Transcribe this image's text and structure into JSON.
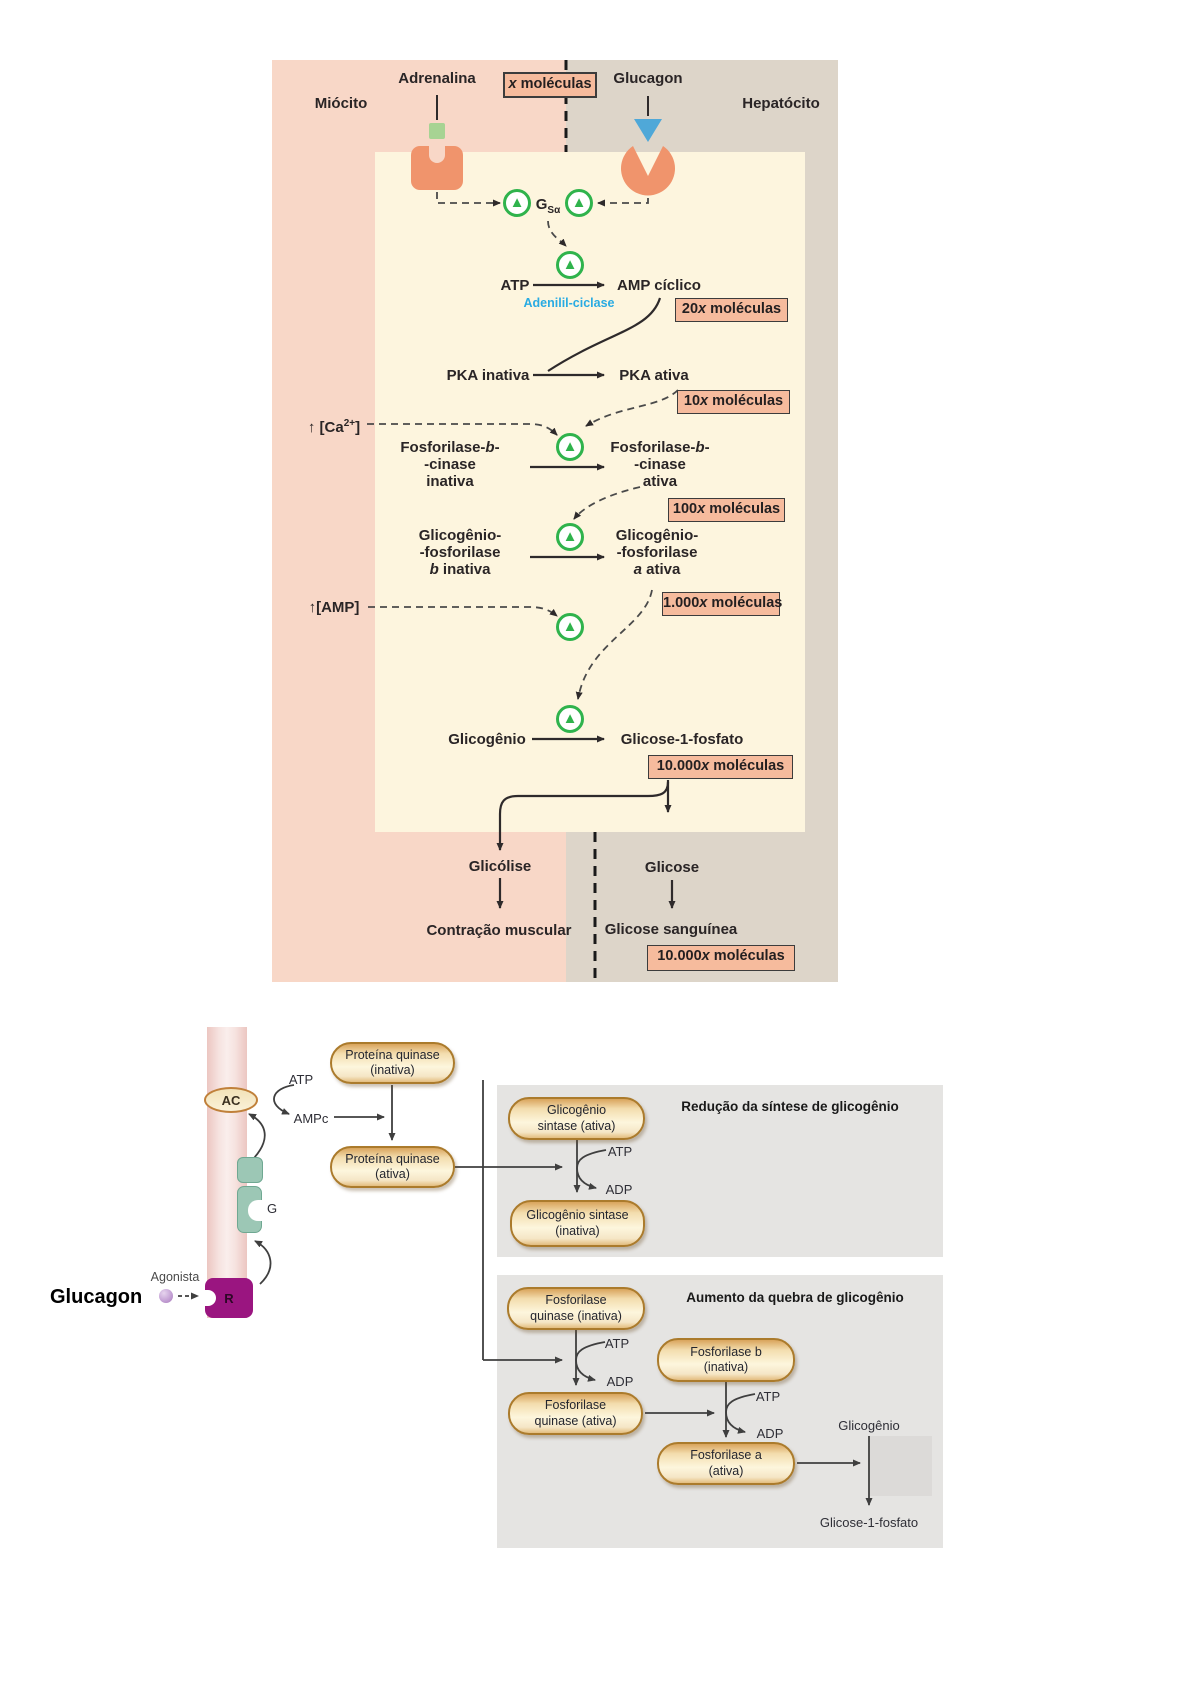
{
  "colors": {
    "myocyte_panel": "#f8d7c7",
    "hepatocyte_panel": "#ddd5c9",
    "inner_box": "#fdf5de",
    "molecules_box": "#f6bb9d",
    "amplifier_green": "#2fb34c",
    "receptor_orange": "#f0946c",
    "adrenaline_ligand_green": "#a7d393",
    "glucagon_ligand_blue": "#4fa8d8",
    "adenylyl_cyan": "#29abe2",
    "membrane_pink": "#f0d0cc",
    "pill_tan": "#f3ddae",
    "g_protein_teal": "#9cc7b5",
    "receptor_magenta": "#9a1580",
    "gray_box": "#e5e4e2"
  },
  "d1": {
    "myocyte": "Miócito",
    "hepatocyte": "Hepatócito",
    "adrenaline": "Adrenalina",
    "glucagon": "Glucagon",
    "box_x": {
      "x": "x",
      "word": "moléculas"
    },
    "gs": {
      "base": "G",
      "sub": "Sα"
    },
    "atp": "ATP",
    "ampc": "AMP cíclico",
    "adenylyl": "Adenilil-ciclase",
    "box20": {
      "num": "20",
      "x": "x",
      "word": "moléculas"
    },
    "pka_in": "PKA inativa",
    "pka_act": "PKA ativa",
    "box10": {
      "num": "10",
      "x": "x",
      "word": "moléculas"
    },
    "ca": {
      "pre": "↑ [Ca",
      "sup": "2+",
      "post": "]"
    },
    "pbk_in": {
      "l1a": "Fosforilase-",
      "l1b": "b",
      "l1c": "-",
      "l2": "-cinase",
      "l3": "inativa"
    },
    "pbk_act": {
      "l1a": "Fosforilase-",
      "l1b": "b",
      "l1c": "-",
      "l2": "-cinase",
      "l3": "ativa"
    },
    "box100": {
      "num": "100",
      "x": "x",
      "word": "moléculas"
    },
    "gp_in": {
      "l1": "Glicogênio-",
      "l2": "-fosforilase",
      "l3em": "b",
      "l3": " inativa"
    },
    "gp_act": {
      "l1": "Glicogênio-",
      "l2": "-fosforilase",
      "l3em": "a",
      "l3": " ativa"
    },
    "box1000": {
      "num": "1.000",
      "x": "x",
      "word": "moléculas"
    },
    "amp": "↑[AMP]",
    "glycogen": "Glicogênio",
    "g1p": "Glicose-1-fosfato",
    "box10000": {
      "num": "10.000",
      "x": "x",
      "word": "moléculas"
    },
    "glycolysis": "Glicólise",
    "glucose": "Glicose",
    "muscle": "Contração muscular",
    "blood": "Glicose sanguínea",
    "box10000b": {
      "num": "10.000",
      "x": "x",
      "word": "moléculas"
    }
  },
  "d2": {
    "glucagon": "Glucagon",
    "agonist": "Agonista",
    "receptor": "R",
    "g_protein": "G",
    "ac": "AC",
    "atp": "ATP",
    "ampc": "AMPc",
    "pq_in": {
      "l1": "Proteína quinase",
      "l2": "(inativa)"
    },
    "pq_act": {
      "l1": "Proteína quinase",
      "l2": "(ativa)"
    },
    "hdr1": "Redução da síntese de glicogênio",
    "gs_act": {
      "l1": "Glicogênio",
      "l2": "sintase (ativa)"
    },
    "atp1": "ATP",
    "adp1": "ADP",
    "gs_in": {
      "l1": "Glicogênio sintase",
      "l2": "(inativa)"
    },
    "hdr2": "Aumento da quebra de glicogênio",
    "fq_in": {
      "l1": "Fosforilase",
      "l2": "quinase (inativa)"
    },
    "atp2": "ATP",
    "adp2": "ADP",
    "fq_act": {
      "l1": "Fosforilase",
      "l2": "quinase (ativa)"
    },
    "fb_in": {
      "l1": "Fosforilase b",
      "l2": "(inativa)"
    },
    "atp3": "ATP",
    "adp3": "ADP",
    "fa_act": {
      "l1": "Fosforilase a",
      "l2": "(ativa)"
    },
    "glycogen": "Glicogênio",
    "g1p": "Glicose-1-fosfato"
  }
}
